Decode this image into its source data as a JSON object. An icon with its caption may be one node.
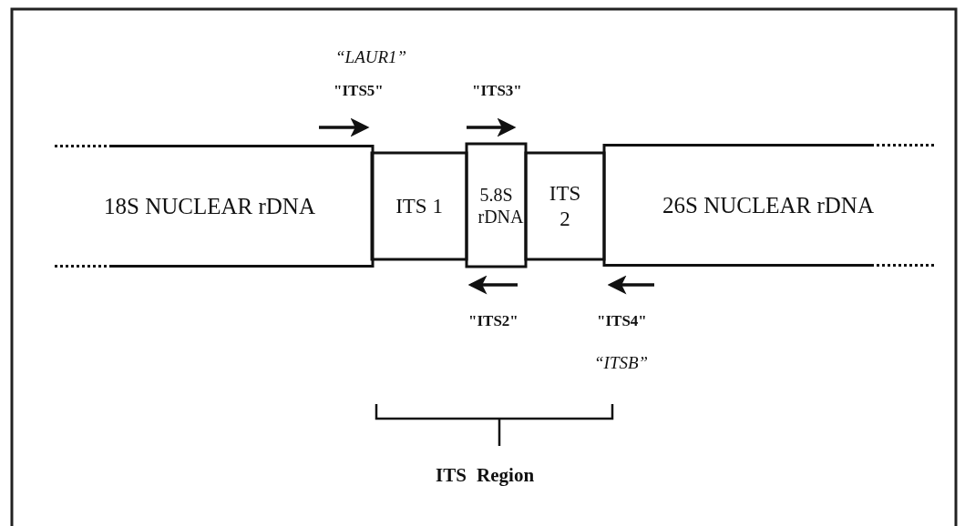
{
  "diagram": {
    "nodes": [
      {
        "text": [
          "18S NUCLEAR rDNA"
        ]
      },
      {
        "text": [
          "ITS 1"
        ]
      },
      {
        "text": [
          "5.8S rDNA"
        ]
      },
      {
        "text": [
          "ITS 2"
        ]
      },
      {
        "text": [
          "26S NUCLEAR rDNA"
        ]
      }
    ],
    "labels": [
      "“LAUR1”",
      "\"ITS5\"",
      "\"ITS3\"",
      "\"ITS2\"",
      "\"ITS4\"",
      "“ITSB”",
      "ITS Region"
    ]
  }
}
